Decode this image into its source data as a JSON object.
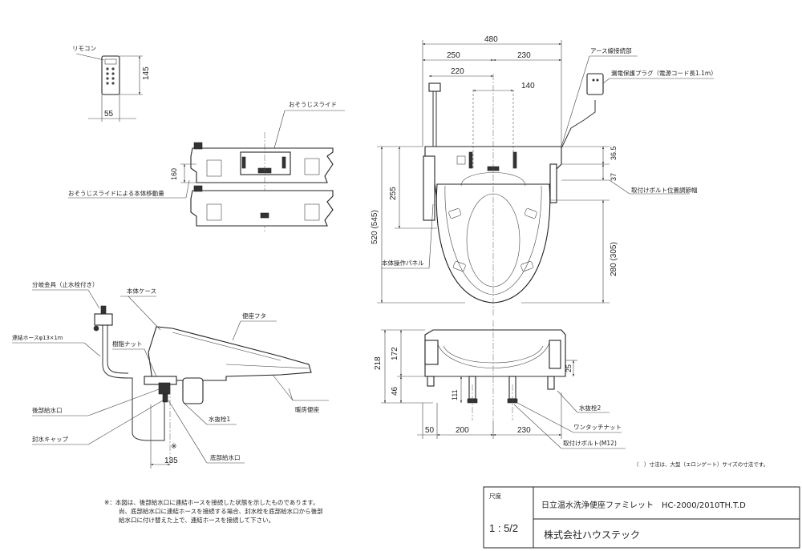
{
  "labels": {
    "remote": "リモコン",
    "slide": "おそうじスライド",
    "slide_move": "おそうじスライドによる本体移動量",
    "earth": "アース線接続部",
    "plug": "漏電保護プラグ（電源コード長1.1m）",
    "bolt_adj": "取付けボルト位置調節幅",
    "panel": "本体操作パネル",
    "branch": "分岐金具（止水栓付き）",
    "hose": "連結ホースφ13×1m",
    "nut": "樹脂ナット",
    "case": "本体ケース",
    "lid": "便座フタ",
    "seat": "暖房便座",
    "rear_inlet": "後部給水口",
    "cap": "封水キャップ",
    "plug1": "水抜栓1",
    "bottom_inlet": "底部給水口",
    "plug2": "水抜栓2",
    "onetouch": "ワンタッチナット",
    "bolt": "取付けボルト(M12)",
    "paren_note": "（　）寸法は、大型（エロンゲート）サイズの寸法です。",
    "asterisk": "※"
  },
  "dims": {
    "d145": "145",
    "d55": "55",
    "d160": "160",
    "d480": "480",
    "d250": "250",
    "d230a": "230",
    "d220": "220",
    "d140": "140",
    "d36_5": "36.5",
    "d37": "37",
    "d255": "255",
    "d520": "520 (545)",
    "d280": "280 (305)",
    "d218": "218",
    "d172": "172",
    "d46": "46",
    "d111": "111",
    "d25": "25",
    "d50": "50",
    "d200": "200",
    "d230b": "230",
    "d135": "135"
  },
  "note": {
    "line1": "※：本図は、後部給水口に連結ホースを接続した状態を示したものであります。",
    "line2": "尚、底部給水口に連結ホースを接続する場合、封水栓を底部給水口から後部",
    "line3": "給水口に付け替えた上で、連結ホースを接続して下さい。"
  },
  "titleblock": {
    "scale_label": "尺度",
    "scale_value": "1 : 5/2",
    "product": "日立温水洗浄便座ファミレット　HC-2000/2010TH.T.D",
    "company": "株式会社ハウステック"
  }
}
